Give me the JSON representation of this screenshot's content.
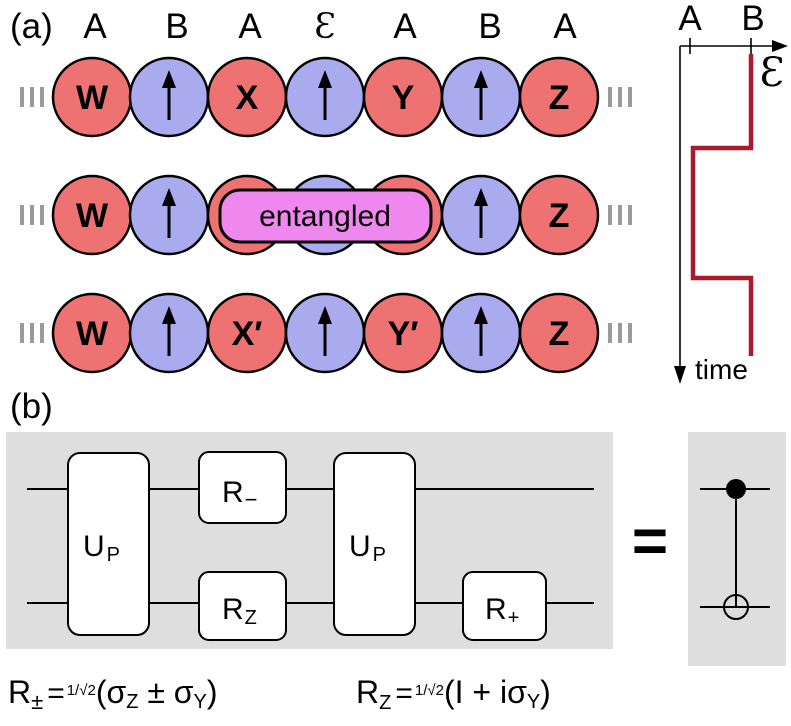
{
  "panel_a": {
    "label": "(a)",
    "column_labels": [
      "A",
      "B",
      "A",
      "Ɛ",
      "A",
      "B",
      "A"
    ],
    "rows": [
      {
        "balls": [
          "W",
          "",
          "X",
          "",
          "Y",
          "",
          "Z"
        ]
      },
      {
        "balls": [
          "W",
          "",
          "",
          "",
          "",
          "",
          "Z"
        ],
        "entangled_label": "entangled"
      },
      {
        "balls": [
          "W",
          "",
          "X′",
          "",
          "Y′",
          "",
          "Z"
        ]
      }
    ],
    "timeline": {
      "label_a": "A",
      "label_b": "B",
      "epsilon": "Ɛ",
      "time_label": "time"
    }
  },
  "panel_b": {
    "label": "(b)",
    "gates": {
      "up1": "U",
      "up1_sub": "P",
      "rminus": "R",
      "rminus_sub": "−",
      "rz": "R",
      "rz_sub": "Z",
      "up2": "U",
      "up2_sub": "P",
      "rplus": "R",
      "rplus_sub": "+"
    },
    "equals": "=",
    "formula_left": {
      "lhs": "R",
      "lhs_sub": "±",
      "eq": "=",
      "frac": "1/√2",
      "body": "(σ",
      "s1": "Z",
      "op": " ± σ",
      "s2": "Y",
      "close": ")"
    },
    "formula_right": {
      "lhs": "R",
      "lhs_sub": "Z",
      "eq": "=",
      "frac": "1/√2",
      "body": "(I + iσ",
      "s1": "Y",
      "close": ")"
    }
  },
  "colors": {
    "ball_a": "#ee7272",
    "ball_b": "#aaaaee",
    "entangled_fill": "#ee88ee",
    "timeline": "#aa1a2a",
    "panel_bg": "#dedede"
  }
}
